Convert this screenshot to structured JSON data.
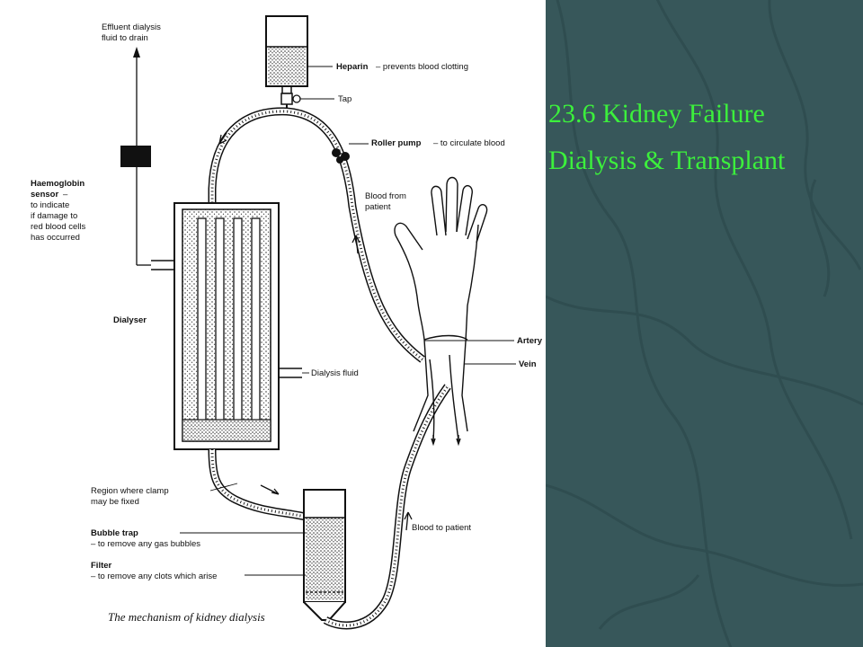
{
  "slide": {
    "title_line1": "23.6 Kidney Failure",
    "title_line2": "Dialysis & Transplant",
    "background_color": "#37575a",
    "title_color": "#3cf03c"
  },
  "diagram": {
    "caption": "The mechanism of kidney dialysis",
    "labels": {
      "effluent_line1": "Effluent dialysis",
      "effluent_line2": "fluid to drain",
      "heparin_bold": "Heparin",
      "heparin_rest": "– prevents blood clotting",
      "tap": "Tap",
      "roller_bold": "Roller pump",
      "roller_rest": "– to circulate blood",
      "blood_from_line1": "Blood from",
      "blood_from_line2": "patient",
      "haemo_bold1": "Haemoglobin",
      "haemo_bold2": "sensor",
      "haemo_dash": "–",
      "haemo_l3": "to indicate",
      "haemo_l4": "if damage to",
      "haemo_l5": "red blood cells",
      "haemo_l6": "has occurred",
      "dialyser": "Dialyser",
      "artery": "Artery",
      "vein": "Vein",
      "dialysis_fluid": "Dialysis fluid",
      "clamp_line1": "Region where clamp",
      "clamp_line2": "may be fixed",
      "bubble_bold": "Bubble trap",
      "bubble_rest": "– to remove any gas bubbles",
      "filter_bold": "Filter",
      "filter_rest": "– to remove any clots which arise",
      "blood_to_patient": "Blood to patient"
    }
  }
}
